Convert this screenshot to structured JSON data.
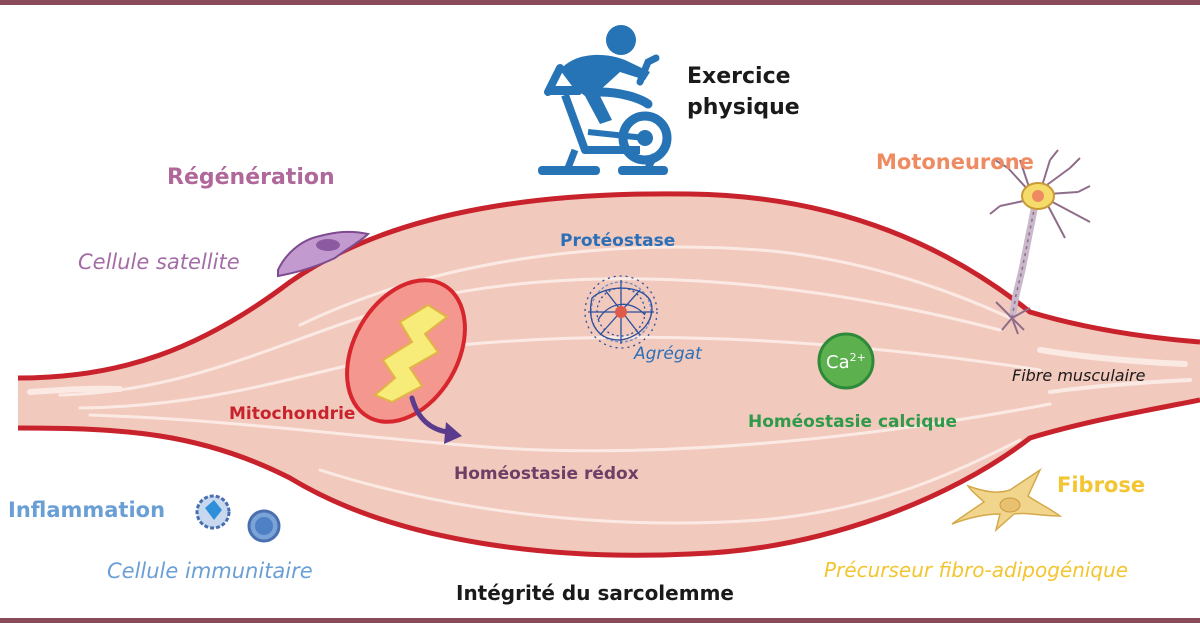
{
  "labels": {
    "exercise_line1": "Exercice",
    "exercise_line2": "physique",
    "regeneration": "Régénération",
    "satellite_cell": "Cellule satellite",
    "proteostasis": "Protéostase",
    "aggregate": "Agrégat",
    "motoneuron": "Motoneurone",
    "muscle_fiber": "Fibre musculaire",
    "mitochondria": "Mitochondrie",
    "redox": "Homéostasie rédox",
    "calcium_homeostasis": "Homéostasie calcique",
    "calcium_symbol": "Ca",
    "calcium_charge": "2+",
    "inflammation": "Inflammation",
    "immune_cell": "Cellule immunitaire",
    "fibrosis": "Fibrose",
    "fap": "Précurseur fibro-adipogénique",
    "sarcolemma": "Intégrité du sarcolemme"
  },
  "colors": {
    "border": "#8b4a5a",
    "muscle_fill": "#f2c9bd",
    "muscle_outline": "#c8232c",
    "regeneration": "#b0679a",
    "satellite": "#a46ca6",
    "proteostasis": "#2a6fb8",
    "motoneuron": "#ef8b62",
    "mitochondria": "#c8232c",
    "redox": "#6e3f66",
    "calcium": "#2e9a4a",
    "inflammation": "#6a9fd6",
    "fibrosis": "#f2c531",
    "exercise_icon": "#2674b5",
    "text_dark": "#1a1a1a"
  },
  "icons": [
    "exercise-bike-icon",
    "satellite-cell-icon",
    "neuron-icon",
    "protein-aggregate-icon",
    "mitochondrion-icon",
    "calcium-ion-icon",
    "immune-cell-icon",
    "fibroblast-icon"
  ]
}
